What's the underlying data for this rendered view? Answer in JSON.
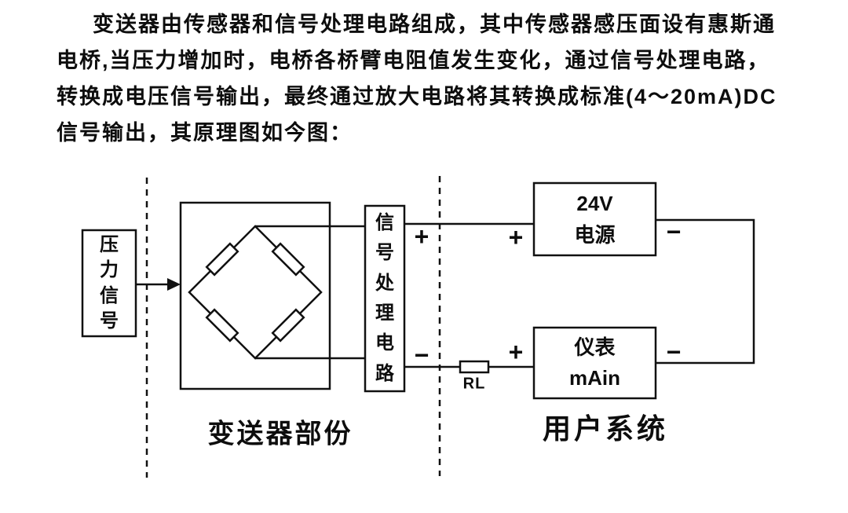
{
  "page": {
    "background_color": "#ffffff",
    "ink_color": "#111111"
  },
  "paragraph": {
    "lines": [
      "变送器由传感器和信号处理电路组成，其中传感器感压面设有惠斯通",
      "电桥,当压力增加时，电桥各桥臂电阻值发生变化，通过信号处理电路，",
      "转换成电压信号输出，最终通过放大电路将其转换成标准(4～20mA)DC",
      "信号输出，其原理图如今图："
    ]
  },
  "diagram": {
    "pressure_signal_box_label": "压\n力\n信\n号",
    "signal_processing_box_label": "信\n号\n处\n理\n电\n路",
    "power_supply_box_label": "24V\n电源",
    "instrument_box_label": "仪表\nmAin",
    "load_resistor_label": "RL",
    "transmitter_section_label": "变送器部份",
    "user_system_section_label": "用户系统",
    "polarity": {
      "signal_plus": "+",
      "signal_minus": "−",
      "supply_plus": "+",
      "supply_minus": "−",
      "instrument_plus": "+",
      "instrument_minus": "−"
    }
  }
}
